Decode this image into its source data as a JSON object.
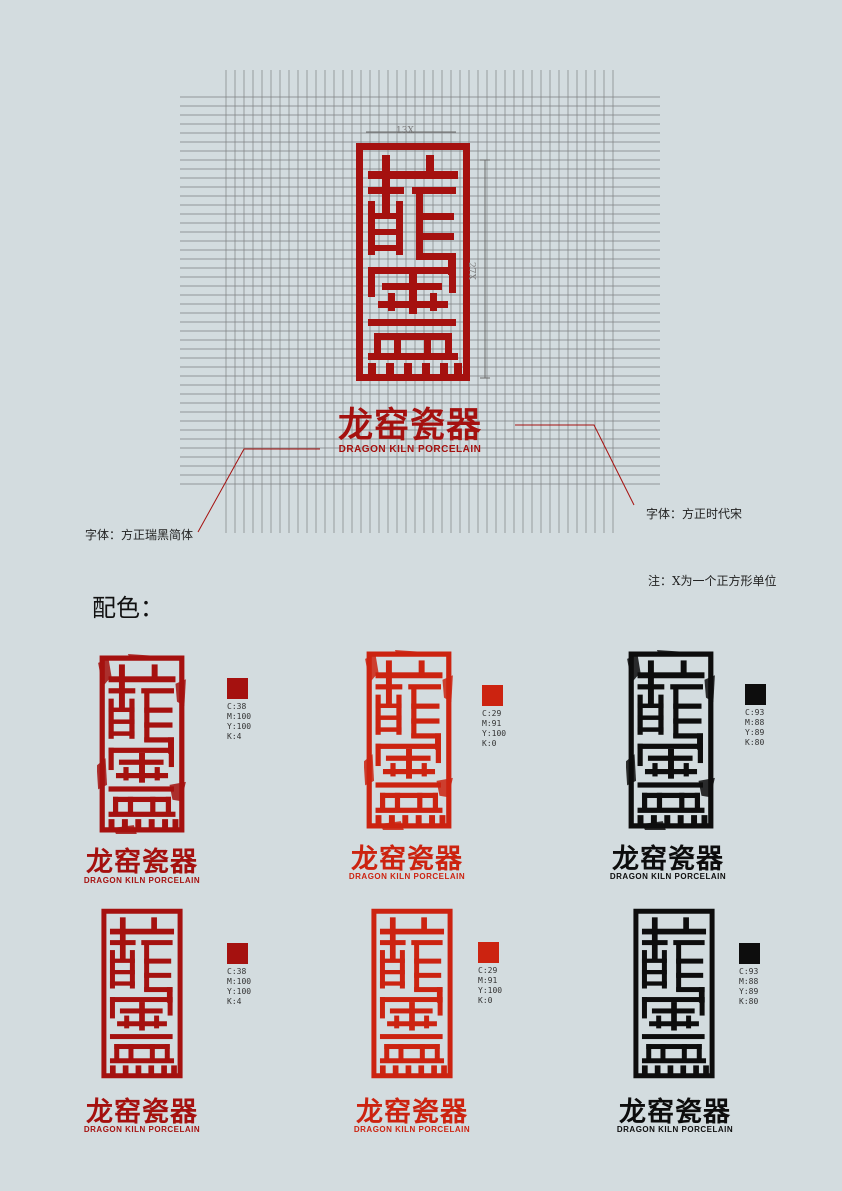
{
  "grid_spec": {
    "width_label": "13X",
    "height_label": "27X",
    "brand_cn": "龙窑瓷器",
    "brand_en": "DRAGON KILN PORCELAIN"
  },
  "notes": {
    "font_left": "字体：方正瑞黑简体",
    "font_right": "字体：方正时代宋",
    "unit_note": "注：X为一个正方形单位"
  },
  "palette": {
    "title": "配色：",
    "colors": [
      {
        "hex": "#a5110f",
        "c": "C:38",
        "m": "M:100",
        "y": "Y:100",
        "k": "K:4"
      },
      {
        "hex": "#cc2310",
        "c": "C:29",
        "m": "M:91",
        "y": "Y:100",
        "k": "K:0"
      },
      {
        "hex": "#0d0d0d",
        "c": "C:93",
        "m": "M:88",
        "y": "Y:89",
        "k": "K:80"
      }
    ]
  },
  "colors": {
    "accent": "#a5110f",
    "red": "#cc2310",
    "black": "#0d0d0d",
    "background": "#d3dcdf",
    "grid_line": "#7d7f81"
  },
  "variants": [
    {
      "style": "textured",
      "color": "#a5110f",
      "cn": "龙窑瓷器",
      "en": "DRAGON KILN PORCELAIN"
    },
    {
      "style": "textured",
      "color": "#cc2310",
      "cn": "龙窑瓷器",
      "en": "DRAGON KILN PORCELAIN"
    },
    {
      "style": "textured",
      "color": "#0d0d0d",
      "cn": "龙窑瓷器",
      "en": "DRAGON KILN PORCELAIN"
    },
    {
      "style": "clean",
      "color": "#a5110f",
      "cn": "龙窑瓷器",
      "en": "DRAGON KILN PORCELAIN"
    },
    {
      "style": "clean",
      "color": "#cc2310",
      "cn": "龙窑瓷器",
      "en": "DRAGON KILN PORCELAIN"
    },
    {
      "style": "clean",
      "color": "#0d0d0d",
      "cn": "龙窑瓷器",
      "en": "DRAGON KILN PORCELAIN"
    }
  ]
}
